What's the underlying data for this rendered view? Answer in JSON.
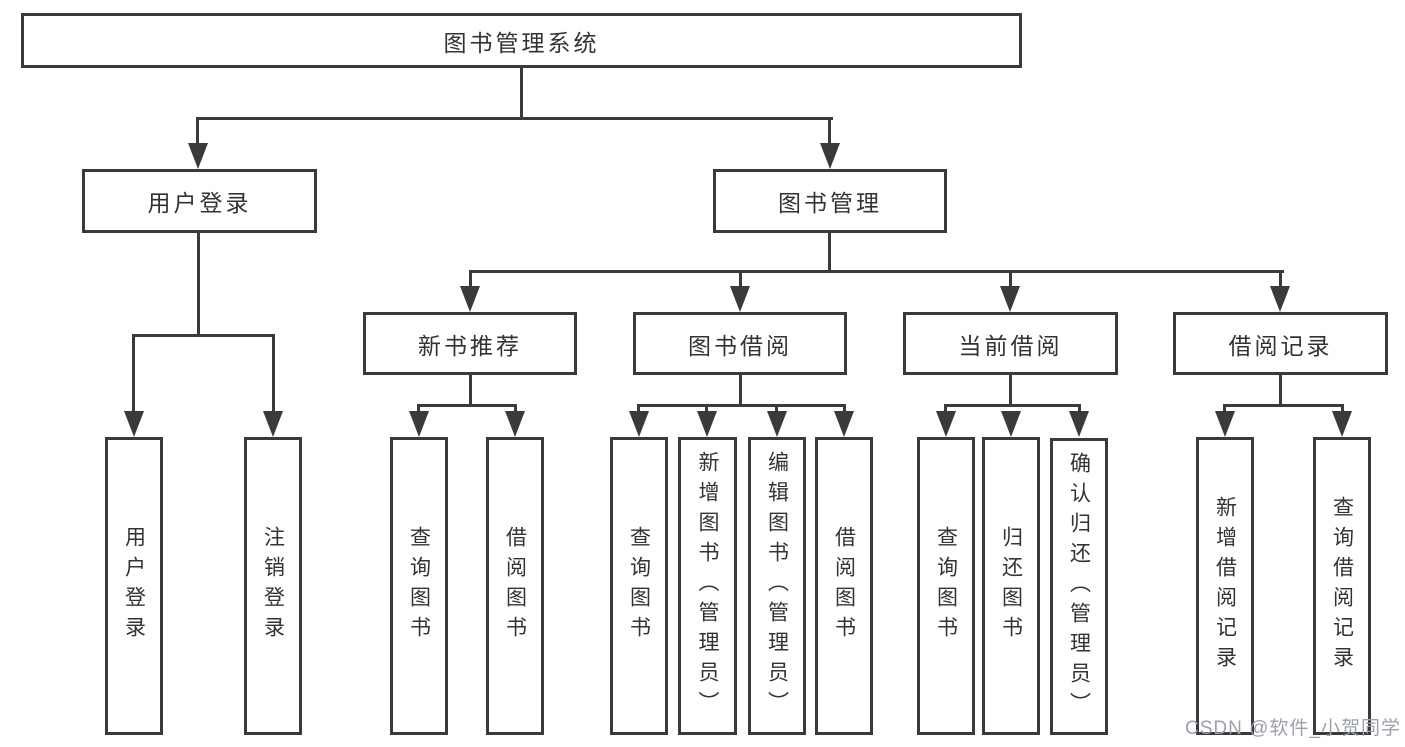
{
  "diagram": {
    "root": {
      "label": "图书管理系统"
    },
    "level2": [
      {
        "label": "用户登录"
      },
      {
        "label": "图书管理"
      }
    ],
    "level3": [
      {
        "label": "新书推荐"
      },
      {
        "label": "图书借阅"
      },
      {
        "label": "当前借阅"
      },
      {
        "label": "借阅记录"
      }
    ],
    "leaves": [
      {
        "label": "用户登录"
      },
      {
        "label": "注销登录"
      },
      {
        "label": "查询图书"
      },
      {
        "label": "借阅图书"
      },
      {
        "label": "查询图书"
      },
      {
        "label": "新增图书（管理员）"
      },
      {
        "label": "编辑图书（管理员）"
      },
      {
        "label": "借阅图书"
      },
      {
        "label": "查询图书"
      },
      {
        "label": "归还图书"
      },
      {
        "label": "确认归还（管理员）"
      },
      {
        "label": "新增借阅记录"
      },
      {
        "label": "查询借阅记录"
      }
    ]
  },
  "watermark": {
    "text": "CSDN @软件_小贺同学"
  },
  "colors": {
    "line": "#3a3a3a",
    "text": "#333333",
    "watermark": "#9ba1ab",
    "background": "#ffffff"
  }
}
